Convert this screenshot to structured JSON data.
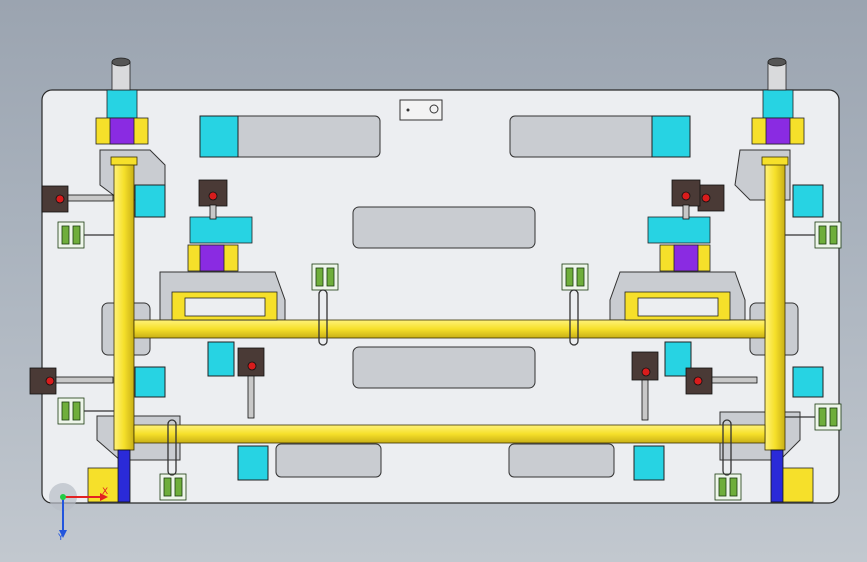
{
  "view": {
    "background_top": "#9ba4b0",
    "background_bottom": "#c2c8cf"
  },
  "colors": {
    "baseplate": "#ecedf0",
    "pocket": "#c9ccd1",
    "frame_yellow": "#f6e02a",
    "block_cyan": "#27d3e3",
    "block_purple": "#8a2be2",
    "clamp_dark": "#4a3a36",
    "clamp_red": "#d81c1c",
    "bracket_green": "#6fae3b",
    "post_blue": "#2a2ad8",
    "outline": "#222222"
  },
  "triad": {
    "x_label": "X",
    "y_label": "Y",
    "x_color": "#e32222",
    "y_color": "#2255dd",
    "origin_color": "#22cc44"
  },
  "components": {
    "frame": "welding-fixture-frame",
    "clamps": "toggle-clamp",
    "brackets": "locating-bracket"
  }
}
